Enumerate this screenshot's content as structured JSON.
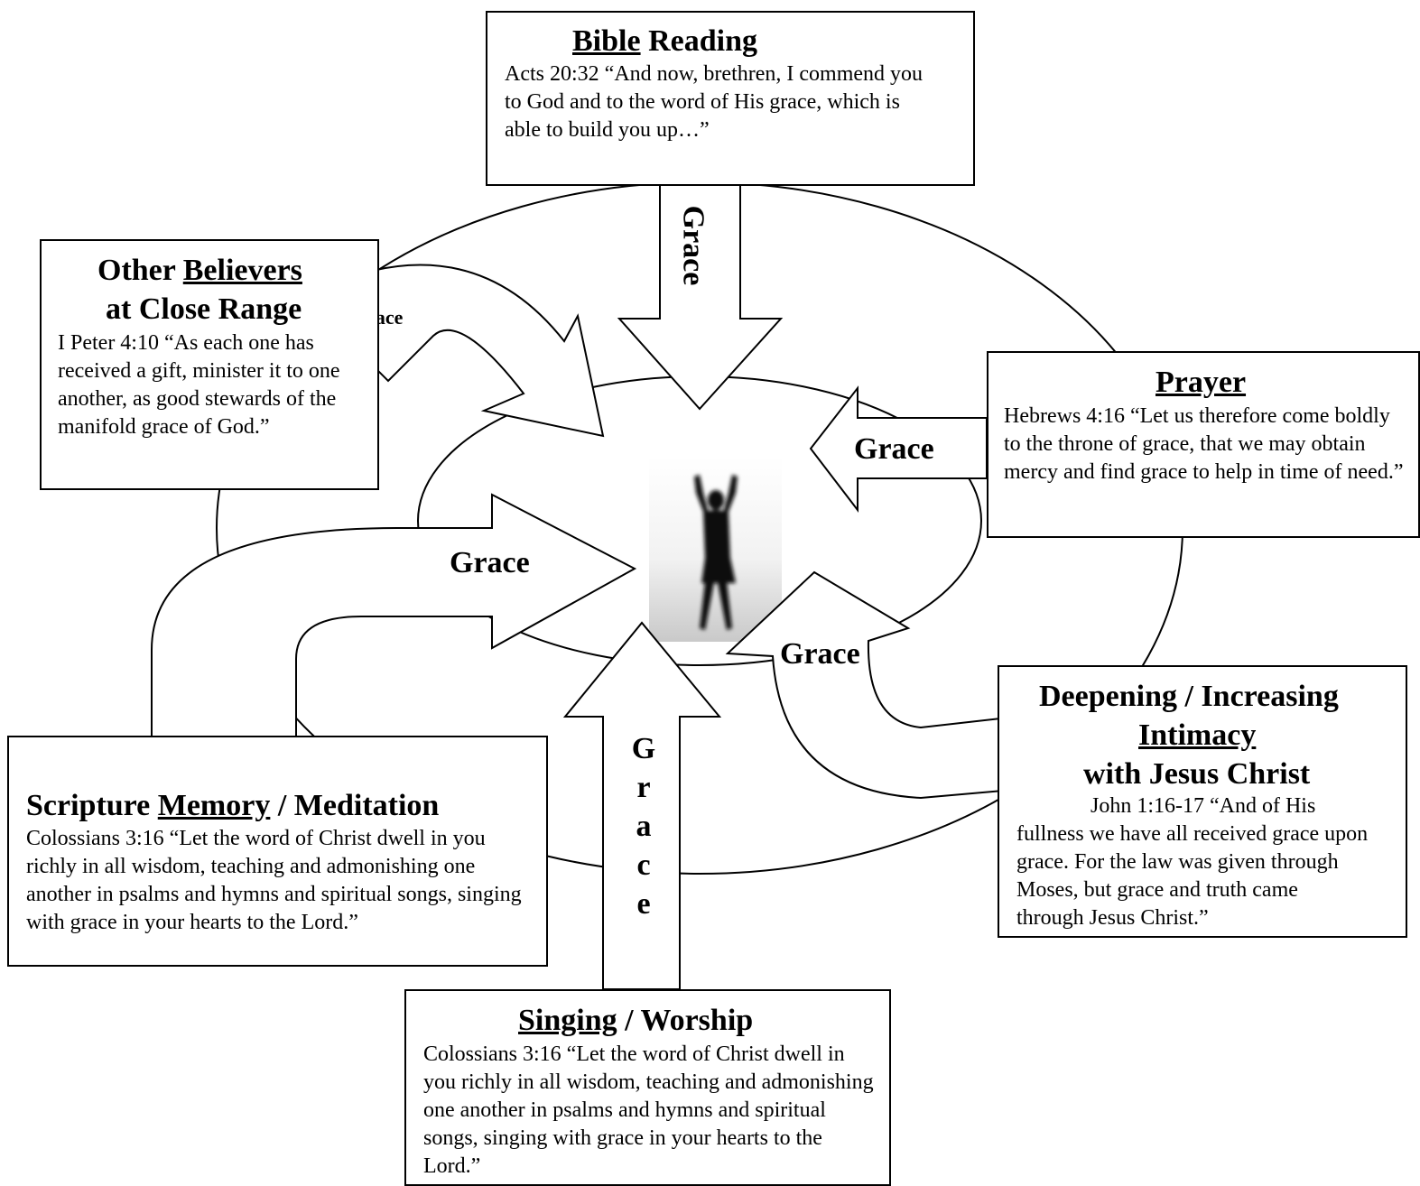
{
  "bible_reading": {
    "title_underlined": "Bible",
    "title_rest": "Reading",
    "verse": "Acts 20:32 “And now, brethren, I commend you to God and to the word of His grace, which is able to build you up…”"
  },
  "other_believers": {
    "title_pre": "Other",
    "title_underlined": "Believers",
    "title_line2": "at Close Range",
    "verse": "I Peter 4:10 “As each one has received a gift, minister it to one another, as good stewards of the manifold grace of God.”"
  },
  "prayer": {
    "title_underlined": "Prayer",
    "verse": "Hebrews 4:16 “Let us therefore come boldly to the throne of grace, that we may obtain mercy and find grace to help in time of need.”"
  },
  "intimacy": {
    "title_line1": "Deepening / Increasing",
    "title_underlined": "Intimacy",
    "title_line3": "with Jesus Christ",
    "verse": "John 1:16-17 “And of His fullness we have all received grace upon grace.  For the law was given through Moses, but grace and truth came through Jesus Christ.”"
  },
  "scripture_memory": {
    "title_pre": "Scripture",
    "title_underlined": "Memory",
    "title_rest": "/ Meditation",
    "verse": "Colossians 3:16 “Let the word of Christ dwell in you richly in all wisdom, teaching and admonishing one another in psalms and hymns and spiritual songs, singing with grace in your hearts to the Lord.”"
  },
  "singing": {
    "title_underlined": "Singing",
    "title_rest": "/ Worship",
    "verse": "Colossians 3:16 “Let the word of Christ dwell in you richly in all wisdom, teaching and admonishing one another in psalms and hymns and spiritual songs, singing with grace in your hearts to the Lord.”"
  },
  "arrow_labels": {
    "top": "Grace",
    "believers": "Grace",
    "prayer": "Grace",
    "memory": "Grace",
    "intimacy": "Grace",
    "singing": [
      "G",
      "r",
      "a",
      "c",
      "e"
    ]
  },
  "colors": {
    "stroke": "#000000",
    "background": "#ffffff"
  }
}
